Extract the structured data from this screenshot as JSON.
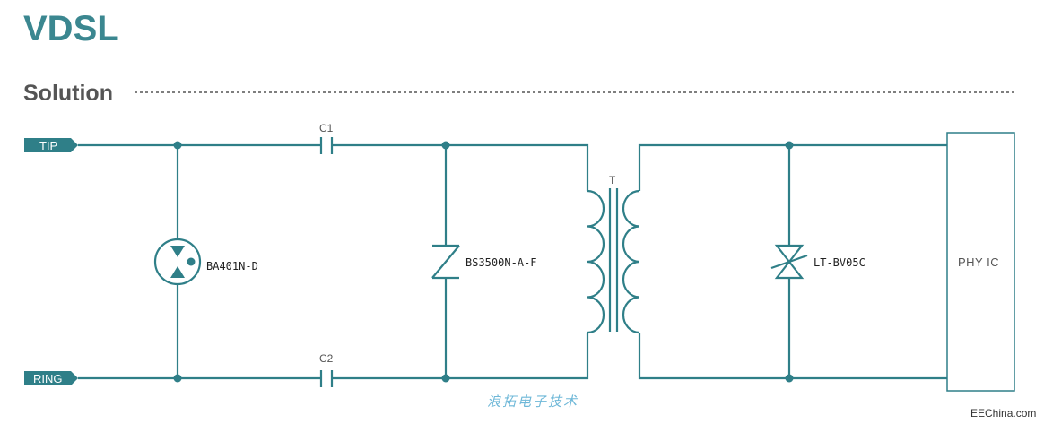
{
  "header": {
    "title": "VDSL",
    "subtitle": "Solution"
  },
  "ports": {
    "tip": "TIP",
    "ring": "RING"
  },
  "components": {
    "c1_ref": "C1",
    "c2_ref": "C2",
    "transformer_ref": "T",
    "gdt_part": "BA401N-D",
    "tsd_part": "BS3500N-A-F",
    "tvs_part": "LT-BV05C",
    "ic_label": "PHY IC"
  },
  "watermark": {
    "chinese": "浪拓电子技术",
    "site": "EEChina.com"
  },
  "colors": {
    "wire": "#2f7f88",
    "title": "#3b8790",
    "subtitle": "#555555",
    "port_tag": "#2f7f88",
    "watermark_cn": "#6fb8d8"
  }
}
